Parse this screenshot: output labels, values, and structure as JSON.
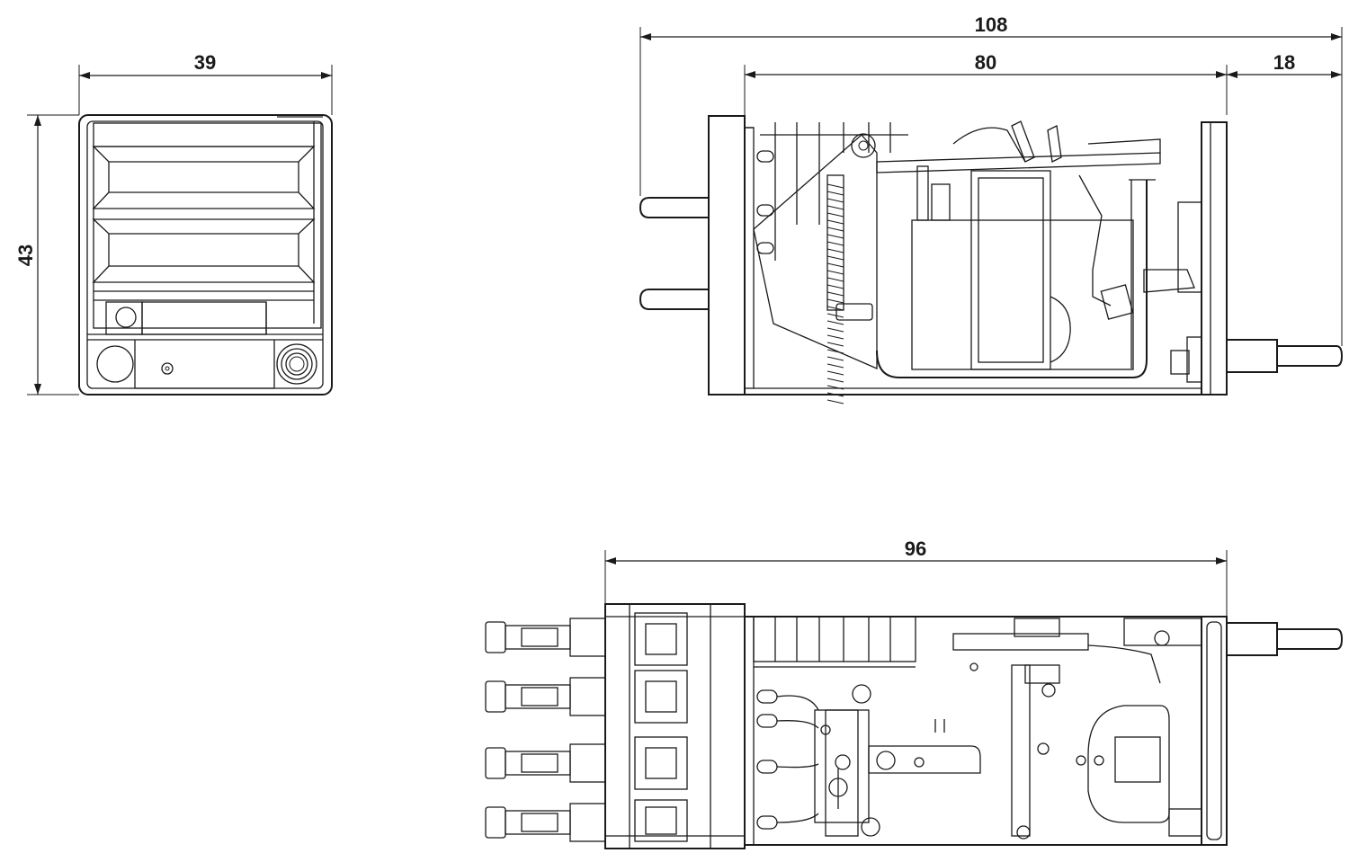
{
  "drawing": {
    "front_view": {
      "width_label": "39",
      "height_label": "43"
    },
    "side_view": {
      "overall_length_label": "108",
      "body_length_label": "80",
      "button_length_label": "18"
    },
    "top_view": {
      "length_label": "96"
    }
  },
  "colors": {
    "line": "#1a1a1a",
    "background": "#ffffff"
  }
}
